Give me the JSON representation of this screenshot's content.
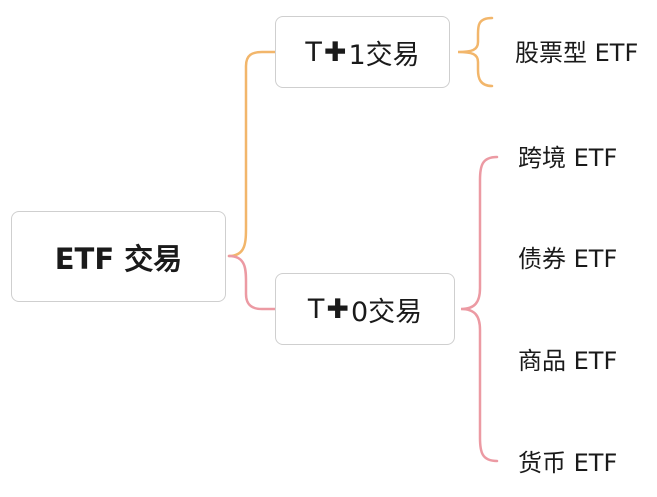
{
  "root": {
    "label": "ETF 交易"
  },
  "branches": [
    {
      "prefix": "T",
      "plus": "✚",
      "suffix": "1交易",
      "color": "#f2b66b",
      "leaves": [
        "股票型 ETF"
      ]
    },
    {
      "prefix": "T",
      "plus": "✚",
      "suffix": "0交易",
      "color": "#ec9aa3",
      "leaves": [
        "跨境 ETF",
        "债券 ETF",
        "商品 ETF",
        "货币 ETF"
      ]
    }
  ]
}
